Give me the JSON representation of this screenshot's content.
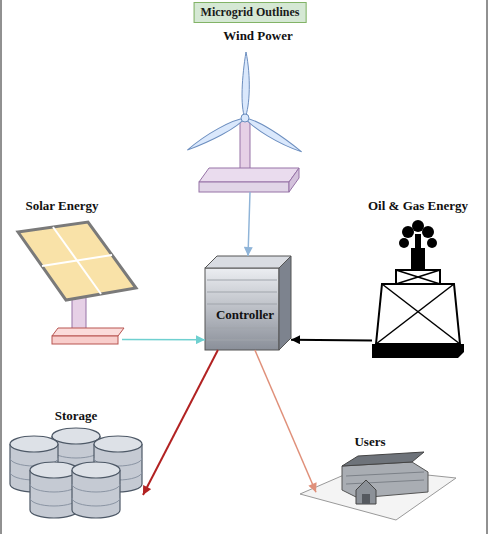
{
  "diagram": {
    "title": "Microgrid Outlines",
    "nodes": [
      {
        "text": [
          "Wind Power"
        ]
      },
      {
        "text": [
          "Solar Energy"
        ]
      },
      {
        "text": [
          "Oil & Gas Energy"
        ]
      },
      {
        "text": [
          "Controller"
        ]
      },
      {
        "text": [
          "Storage"
        ]
      },
      {
        "text": [
          "Users"
        ]
      }
    ],
    "edges": [
      {
        "from": 0,
        "to": 3,
        "arrow": "to"
      },
      {
        "from": 1,
        "to": 3,
        "arrow": "to"
      },
      {
        "from": 2,
        "to": 3,
        "arrow": "to"
      },
      {
        "from": 3,
        "to": 4,
        "arrow": "to"
      },
      {
        "from": 3,
        "to": 5,
        "arrow": "to"
      }
    ]
  }
}
